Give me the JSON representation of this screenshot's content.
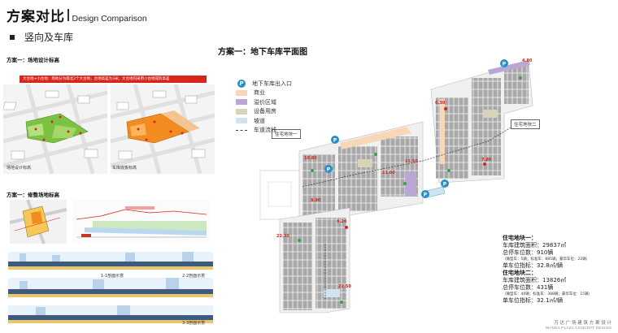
{
  "header": {
    "title": "方案对比",
    "subtitle": "Design Comparison"
  },
  "section": {
    "label": "竖向及车库"
  },
  "left_panel": {
    "heading1": "方案一：场地设计标高",
    "red_note": "大台地+小台地：场地分为南北2个大台地，台地高差为3米；大台地内采用小台地或阶高差",
    "caption_left": "场地设计标高",
    "caption_right": "车库底板标高",
    "heading2": "方案一：修整场地标高",
    "section_labels": [
      "1-1剖面示意",
      "2-2剖面示意",
      "3-3剖面示意"
    ]
  },
  "plan": {
    "title": "方案一：地下车库平面图",
    "tag_one": "住宅地块一",
    "tag_two": "住宅地块二",
    "parking_symbol": "P",
    "elevations": [
      "4.80",
      "6.30",
      "11.50",
      "10.80",
      "7.80",
      "8.00",
      "11.00",
      "22.30",
      "6.20",
      "22.50"
    ]
  },
  "legend": {
    "items": [
      {
        "kind": "icon",
        "label": "地下车库出入口"
      },
      {
        "kind": "swatch",
        "color": "#f7d7b5",
        "label": "商业"
      },
      {
        "kind": "swatch",
        "color": "#b9a8d6",
        "label": "溢价区域"
      },
      {
        "kind": "swatch",
        "color": "#d9d4b8",
        "label": "设备用房"
      },
      {
        "kind": "swatch",
        "color": "#cfe3f1",
        "label": "坡道"
      },
      {
        "kind": "dash",
        "label": "车道流线"
      }
    ]
  },
  "stats": {
    "plot_one": {
      "heading": "住宅地块一：",
      "area": "车库建筑面积：29837㎡",
      "total": "总停车位数：910辆",
      "detail": "（微型车：5辆；标准车：885辆；豪华车位：22辆）",
      "index": "单车位指标：32.8㎡/辆"
    },
    "plot_two": {
      "heading": "住宅地块二：",
      "area": "车库建筑面积：13826㎡",
      "total": "总停车位数：431辆",
      "detail": "（微型车：40辆；标准车：388辆；豪华车位：15辆）",
      "index": "单车位指标：32.1㎡/辆"
    }
  },
  "footer": {
    "cn": "万 达 广 场 建 筑 方 案 设 计",
    "en": "WANDA PLAZA CONCEPT DESIGN"
  },
  "colors": {
    "accent_red": "#d9261c",
    "parking_blue": "#2a8fc4",
    "green_site": "#7cc242",
    "orange_site": "#f28c1e"
  }
}
